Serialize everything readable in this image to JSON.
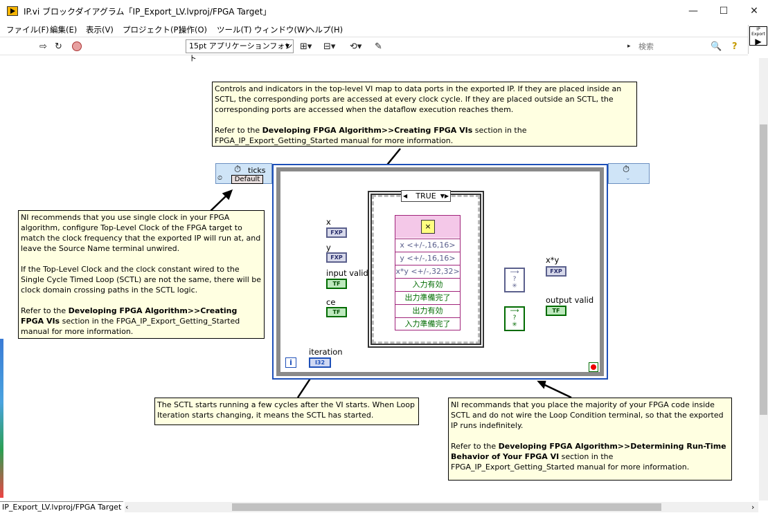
{
  "window": {
    "title": "IP.vi ブロックダイアグラム「IP_Export_LV.lvproj/FPGA Target」",
    "minimize_glyph": "—",
    "maximize_glyph": "☐",
    "close_glyph": "✕"
  },
  "menu": [
    "ファイル(F)",
    "編集(E)",
    "表示(V)",
    "プロジェクト(P)",
    "操作(O)",
    "ツール(T)",
    "ウィンドウ(W)",
    "ヘルプ(H)"
  ],
  "toolbar": {
    "run_icon": "run-arrow-icon",
    "highlight_icon": "highlight-execution-icon",
    "abort_icon": "abort-icon",
    "font_label": "15pt アプリケーションフォント",
    "search_placeholder": "検索"
  },
  "palette": {
    "ip_export_label": "IP Export"
  },
  "status": {
    "target": "IP_Export_LV.lvproj/FPGA Target"
  },
  "diagram": {
    "timed_loop_label": "ticks",
    "timed_loop_source": "Default",
    "case_selector": "TRUE",
    "iteration_label": "iteration",
    "iteration_glyph": "i",
    "inputs": [
      {
        "label": "x",
        "type": "FXP"
      },
      {
        "label": "y",
        "type": "FXP"
      },
      {
        "label": "input valid",
        "type": "TF"
      },
      {
        "label": "ce",
        "type": "TF"
      }
    ],
    "outputs": [
      {
        "label": "x*y",
        "type": "FXP"
      },
      {
        "label": "output valid",
        "type": "TF"
      }
    ],
    "ip_node_rows": [
      "x <+/-,16,16>",
      "y <+/-,16,16>",
      "x*y <+/-,32,32>",
      "入力有効",
      "出力準備完了",
      "出力有効",
      "入力準備完了"
    ],
    "iteration_type": "I32",
    "feedback_q": "?",
    "feedback_star": "✳"
  },
  "notes": {
    "top": {
      "p1": "Controls and indicators in the top-level VI map to data ports in the exported IP. If they are placed inside an SCTL, the corresponding ports are accessed at every clock cycle. If they are placed outside an SCTL, the corresponding ports are accessed when the dataflow execution reaches them.",
      "p2_pre": "Refer to the ",
      "p2_bold": "Developing FPGA Algorithm>>Creating FPGA VIs",
      "p2_post": " section in the FPGA_IP_Export_Getting_Started manual for more information."
    },
    "left": {
      "p1": "NI recommends that you use single clock in your FPGA algorithm, configure Top-Level Clock of the FPGA target to match the clock frequency that the exported IP will run at, and leave the Source Name terminal unwired.",
      "p2": "If the Top-Level Clock and the clock constant wired to the Single Cycle Timed Loop (SCTL) are not the same, there will be clock domain crossing paths in the SCTL logic.",
      "p3_pre": "Refer to the ",
      "p3_bold": "Developing FPGA Algorithm>>Creating FPGA VIs",
      "p3_post": " section in the FPGA_IP_Export_Getting_Started manual for more information."
    },
    "bottom_left": {
      "p1": "The SCTL starts running a few cycles after the VI starts. When Loop Iteration starts changing, it means the SCTL has started."
    },
    "bottom_right": {
      "p1": "NI recommands that you place the majority of your FPGA code inside SCTL and do not wire the Loop Condition terminal, so that the exported IP runs indefinitely.",
      "p2_pre": "Refer to the ",
      "p2_bold": "Developing FPGA Algorithm>>Determining Run-Time Behavior of Your FPGA VI",
      "p2_post": " section in the FPGA_IP_Export_Getting_Started manual for more information."
    }
  }
}
